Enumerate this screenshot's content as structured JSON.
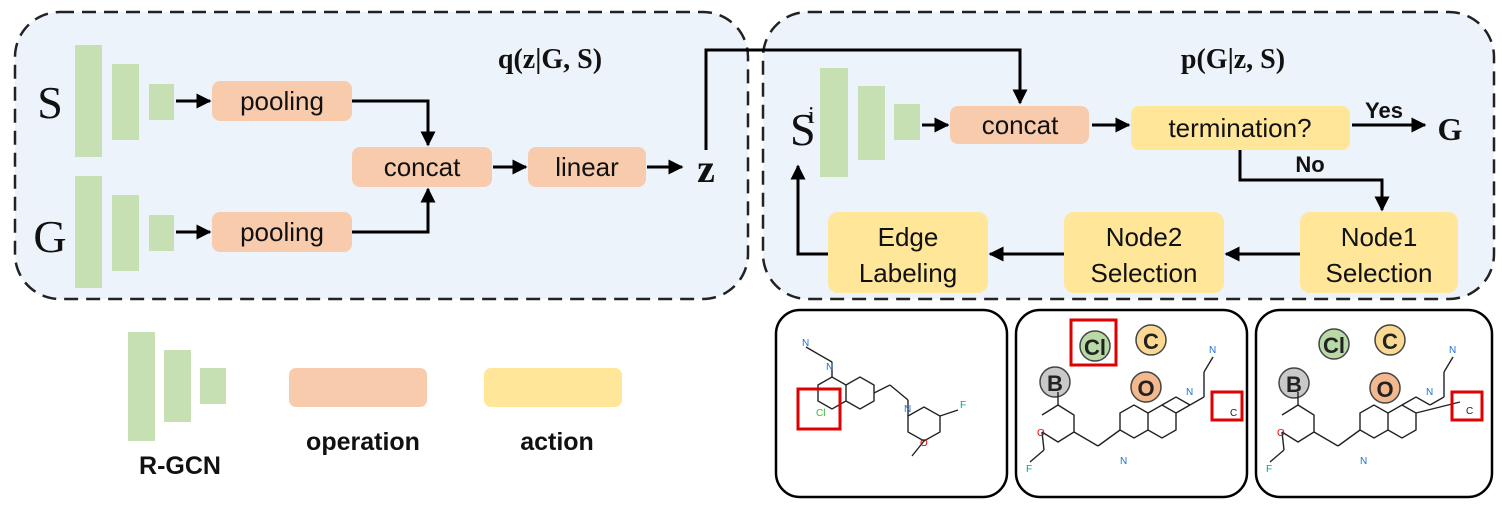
{
  "colors": {
    "rgcn": "#c6e0b4",
    "operation": "#f8cbad",
    "action": "#ffe699",
    "panel_fill": "#edf3fb",
    "line": "#000000",
    "highlight": "#e00000",
    "atom_cl": "#b9d9a6",
    "atom_c": "#fcd992",
    "atom_b": "#c9c9c9",
    "atom_o": "#f4b88e"
  },
  "encoder": {
    "title": "q(z|G, S)",
    "input_s": "S",
    "input_g": "G",
    "pooling_top": "pooling",
    "pooling_bottom": "pooling",
    "concat": "concat",
    "linear": "linear",
    "latent": "z"
  },
  "decoder": {
    "title": "p(G|z, S)",
    "input_s": "S",
    "input_s_sup": "i",
    "concat": "concat",
    "termination": "termination?",
    "yes": "Yes",
    "no": "No",
    "output": "G",
    "node1_line1": "Node1",
    "node1_line2": "Selection",
    "node2_line1": "Node2",
    "node2_line2": "Selection",
    "edge_line1": "Edge",
    "edge_line2": "Labeling"
  },
  "legend": {
    "rgcn": "R-GCN",
    "operation": "operation",
    "action": "action"
  },
  "molecules": {
    "atom_cl": "Cl",
    "atom_c": "C",
    "atom_b": "B",
    "atom_o": "O",
    "label_n": "N",
    "label_f": "F",
    "label_o": "O",
    "label_cl_small": "Cl",
    "label_c_small": "C"
  },
  "icons": [
    "arrow-right-icon",
    "arrow-down-icon",
    "arrow-left-icon",
    "arrow-up-icon",
    "molecule-icon",
    "selection-box-icon"
  ]
}
